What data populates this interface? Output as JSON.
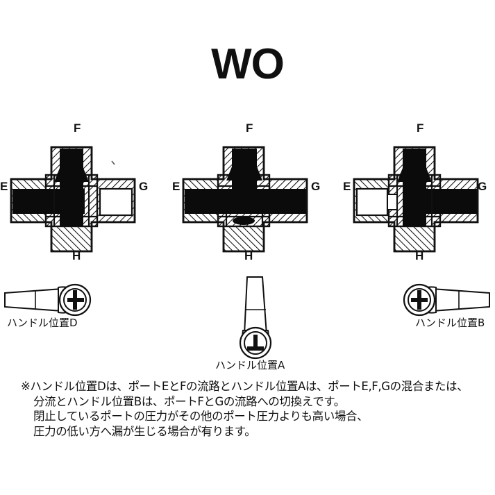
{
  "page": {
    "title": "WO",
    "background_color": "#ffffff",
    "ink_color": "#111111"
  },
  "valves": [
    {
      "id": "valve-left",
      "name": "valve-cross-section-left",
      "handle_position": "D",
      "ports": {
        "top": "F",
        "left": "E",
        "right": "G",
        "bottom": "H"
      },
      "flow_description": "ポートEとFの流路",
      "open_ports": [
        "E",
        "F"
      ],
      "closed_ports": [
        "G",
        "H"
      ]
    },
    {
      "id": "valve-center",
      "name": "valve-cross-section-center",
      "handle_position": "A",
      "ports": {
        "top": "F",
        "left": "E",
        "right": "G",
        "bottom": "H"
      },
      "flow_description": "ポートE,F,Gの混合または分流",
      "open_ports": [
        "E",
        "F",
        "G"
      ],
      "closed_ports": [
        "H"
      ]
    },
    {
      "id": "valve-right",
      "name": "valve-cross-section-right",
      "handle_position": "B",
      "ports": {
        "top": "F",
        "left": "E",
        "right": "G",
        "bottom": "H"
      },
      "flow_description": "ポートFとGの流路",
      "open_ports": [
        "F",
        "G"
      ],
      "closed_ports": [
        "E",
        "H"
      ]
    }
  ],
  "handles": [
    {
      "id": "handle-d",
      "caption": "ハンドル位置D",
      "direction": "left",
      "position_code": "D"
    },
    {
      "id": "handle-a",
      "caption": "ハンドル位置A",
      "direction": "up",
      "position_code": "A"
    },
    {
      "id": "handle-b",
      "caption": "ハンドル位置B",
      "direction": "right",
      "position_code": "B"
    }
  ],
  "note": {
    "line1": "※ハンドル位置Dは、ポートEとFの流路とハンドル位置Aは、ポートE,F,Gの混合または、",
    "line2": "分流とハンドル位置Bは、ポートFとGの流路への切換えです。",
    "line3": "閉止しているポートの圧力がその他のポート圧力よりも高い場合、",
    "line4": "圧力の低い方へ漏が生じる場合が有ります。"
  }
}
